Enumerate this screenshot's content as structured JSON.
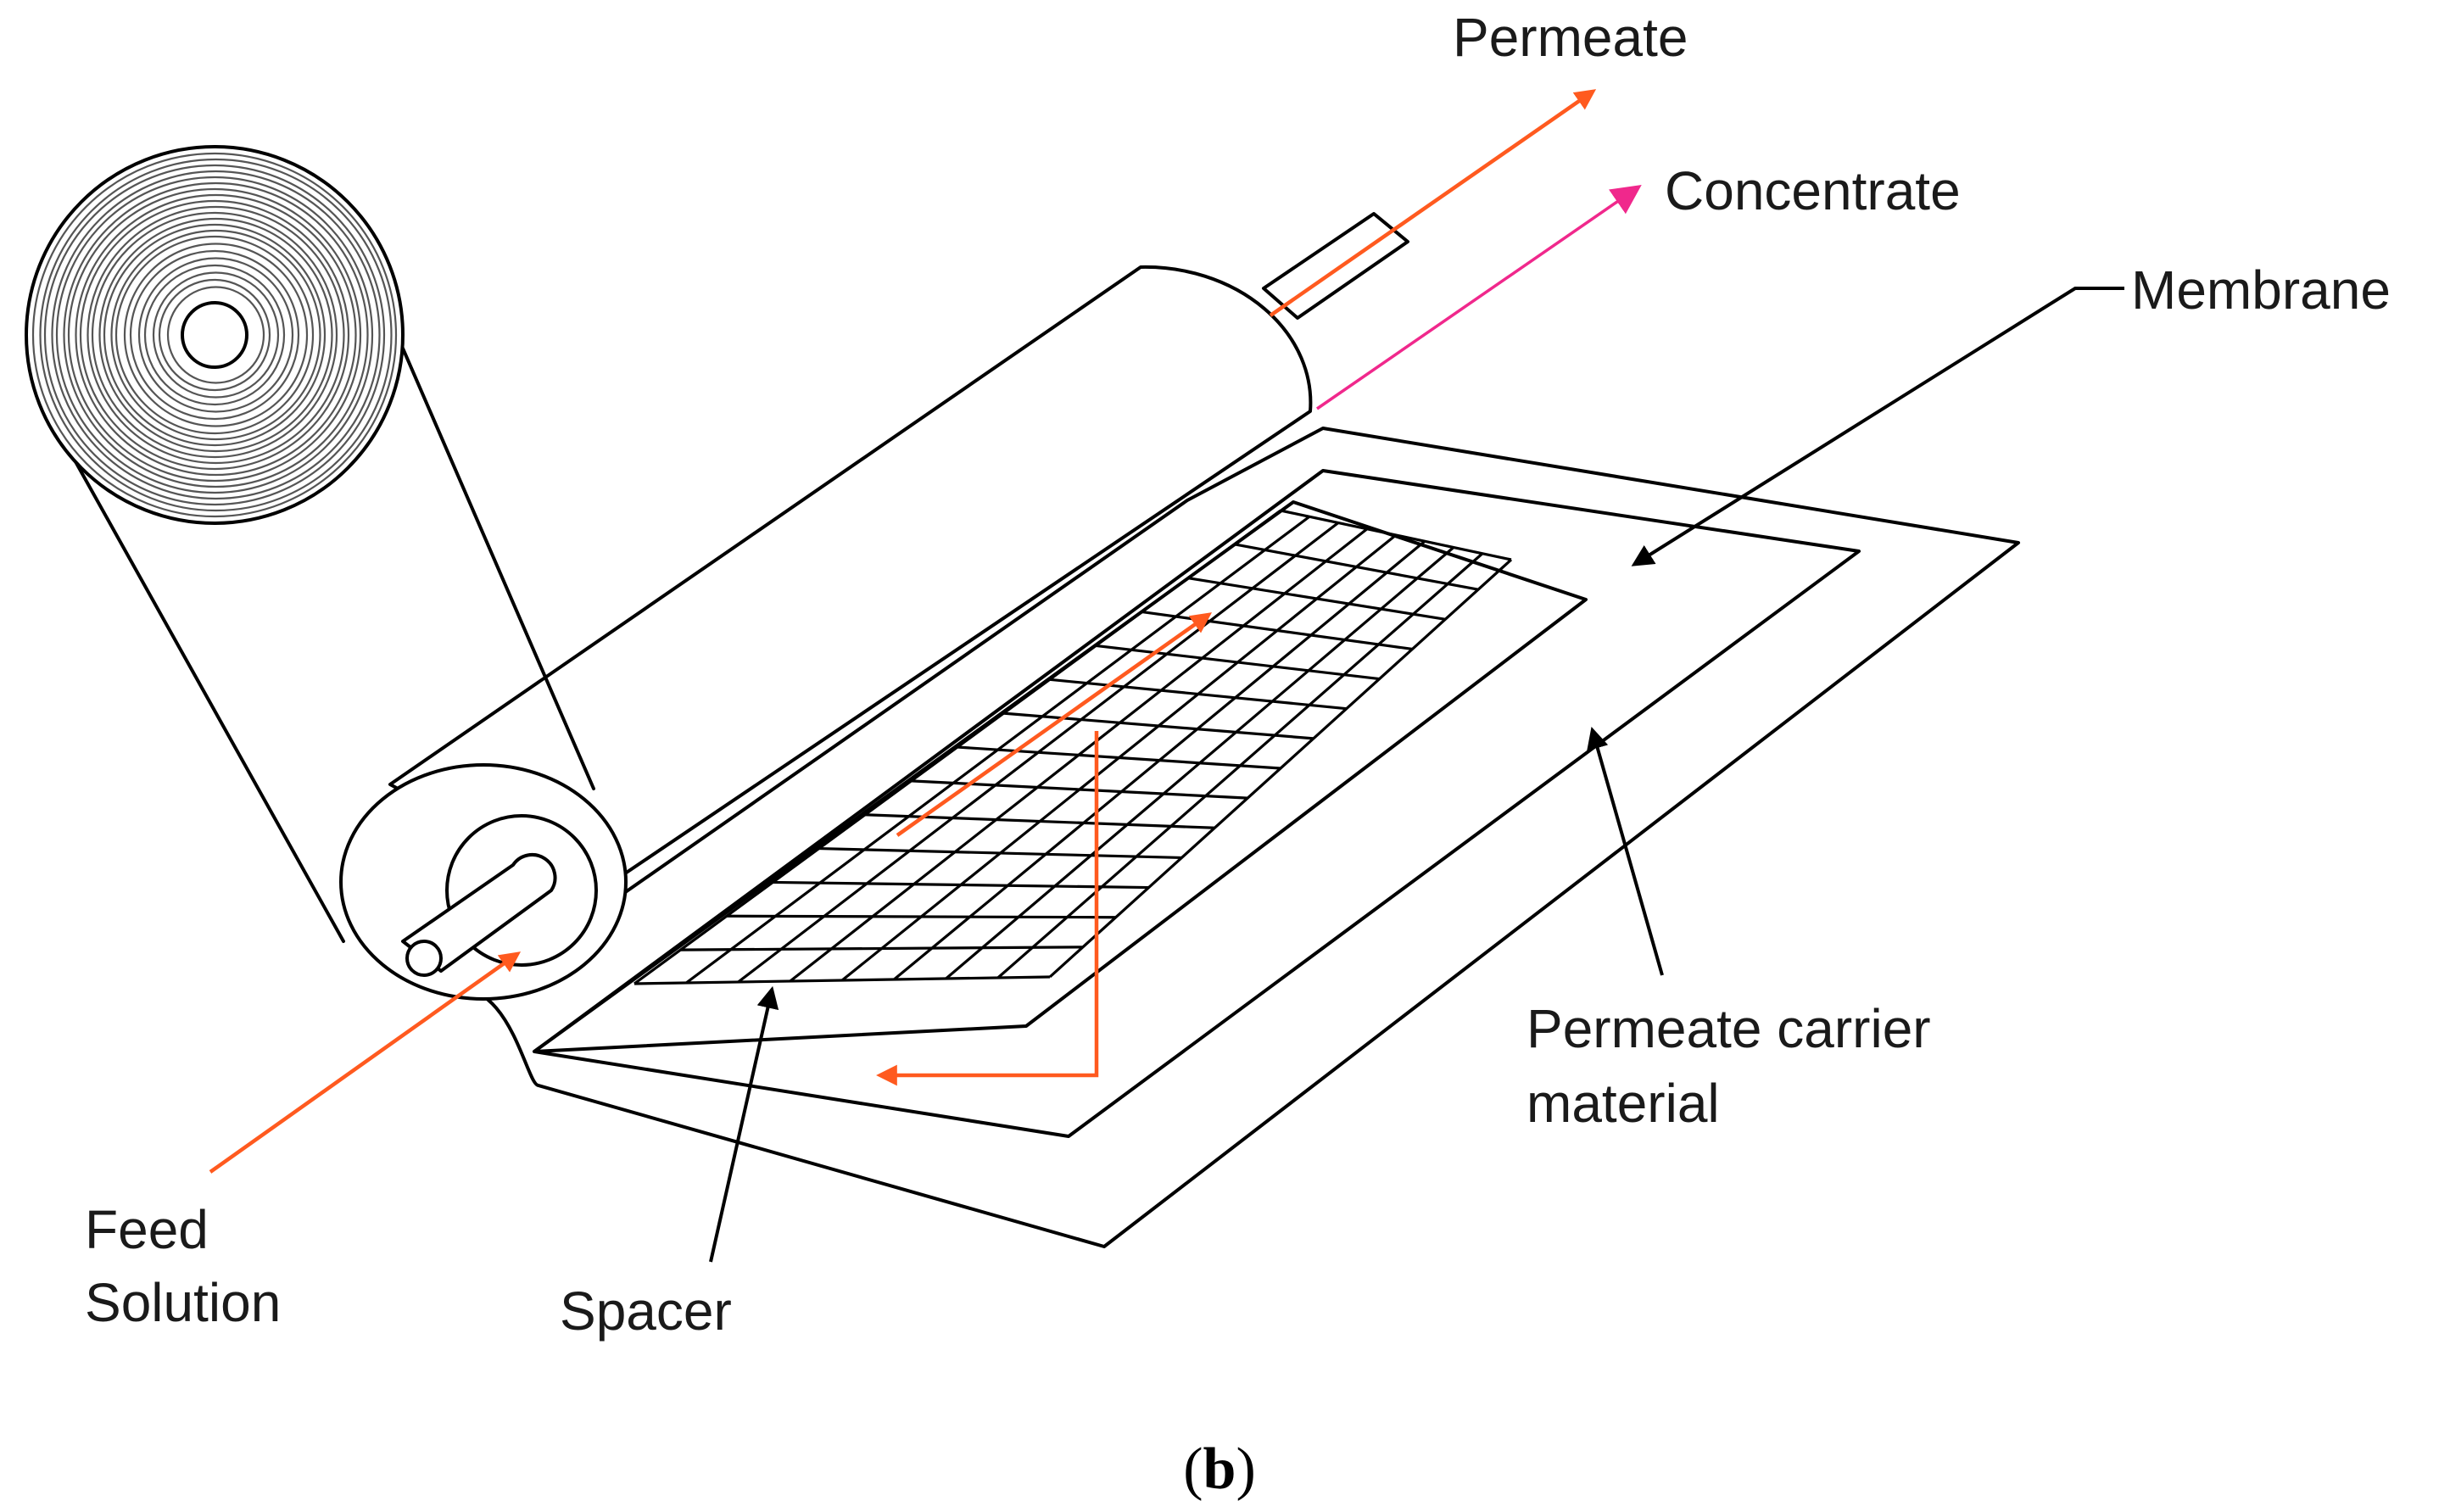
{
  "labels": {
    "permeate": "Permeate",
    "concentrate": "Concentrate",
    "membrane": "Membrane",
    "permeate_carrier_line1": "Permeate carrier",
    "permeate_carrier_line2": "material",
    "feed_line1": "Feed",
    "feed_line2": "Solution",
    "spacer": "Spacer"
  },
  "caption": {
    "open": "(",
    "letter": "b",
    "close": ")"
  },
  "colors": {
    "flow_arrow": "#FF5A1F",
    "concentrate_arrow": "#F0288C",
    "pointer_arrow": "#000000",
    "outline": "#000000"
  }
}
